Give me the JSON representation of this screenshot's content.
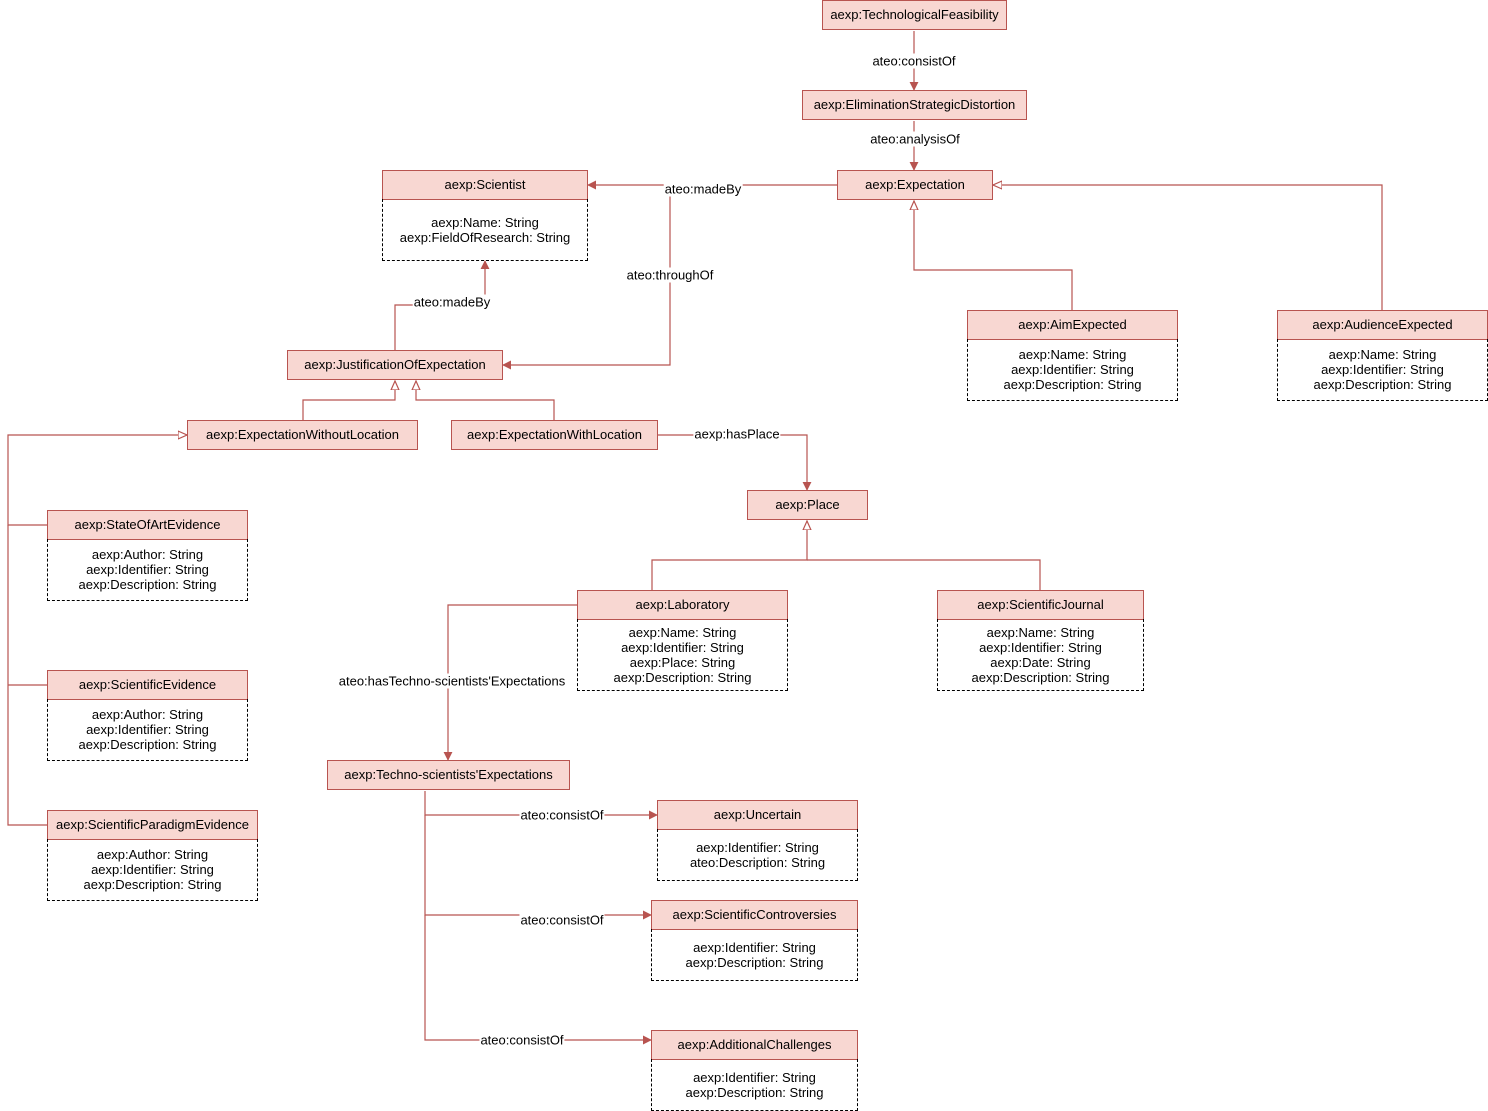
{
  "classes": {
    "technological_feasibility": {
      "name": "aexp:TechnologicalFeasibility"
    },
    "elimination_strategic_distortion": {
      "name": "aexp:EliminationStrategicDistortion"
    },
    "expectation": {
      "name": "aexp:Expectation"
    },
    "scientist": {
      "name": "aexp:Scientist",
      "attributes": [
        "aexp:Name: String",
        "aexp:FieldOfResearch: String"
      ]
    },
    "aim_expected": {
      "name": "aexp:AimExpected",
      "attributes": [
        "aexp:Name: String",
        "aexp:Identifier: String",
        "aexp:Description: String"
      ]
    },
    "audience_expected": {
      "name": "aexp:AudienceExpected",
      "attributes": [
        "aexp:Name: String",
        "aexp:Identifier: String",
        "aexp:Description: String"
      ]
    },
    "justification_of_expectation": {
      "name": "aexp:JustificationOfExpectation"
    },
    "expectation_without_location": {
      "name": "aexp:ExpectationWithoutLocation"
    },
    "expectation_with_location": {
      "name": "aexp:ExpectationWithLocation"
    },
    "place": {
      "name": "aexp:Place"
    },
    "state_of_art_evidence": {
      "name": "aexp:StateOfArtEvidence",
      "attributes": [
        "aexp:Author: String",
        "aexp:Identifier: String",
        "aexp:Description: String"
      ]
    },
    "scientific_evidence": {
      "name": "aexp:ScientificEvidence",
      "attributes": [
        "aexp:Author: String",
        "aexp:Identifier: String",
        "aexp:Description: String"
      ]
    },
    "scientific_paradigm_evidence": {
      "name": "aexp:ScientificParadigmEvidence",
      "attributes": [
        "aexp:Author: String",
        "aexp:Identifier: String",
        "aexp:Description: String"
      ]
    },
    "laboratory": {
      "name": "aexp:Laboratory",
      "attributes": [
        "aexp:Name: String",
        "aexp:Identifier: String",
        "aexp:Place: String",
        "aexp:Description: String"
      ]
    },
    "scientific_journal": {
      "name": "aexp:ScientificJournal",
      "attributes": [
        "aexp:Name: String",
        "aexp:Identifier: String",
        "aexp:Date: String",
        "aexp:Description: String"
      ]
    },
    "techno_scientists_expectations": {
      "name": "aexp:Techno-scientists'Expectations"
    },
    "uncertain": {
      "name": "aexp:Uncertain",
      "attributes": [
        "aexp:Identifier: String",
        "ateo:Description: String"
      ]
    },
    "scientific_controversies": {
      "name": "aexp:ScientificControversies",
      "attributes": [
        "aexp:Identifier: String",
        "aexp:Description: String"
      ]
    },
    "additional_challenges": {
      "name": "aexp:AdditionalChallenges",
      "attributes": [
        "aexp:Identifier: String",
        "aexp:Description: String"
      ]
    }
  },
  "relations": {
    "consist_of_top": "ateo:consistOf",
    "analysis_of": "ateo:analysisOf",
    "made_by_expectation": "ateo:madeBy",
    "through_of": "ateo:throughOf",
    "made_by_justification": "ateo:madeBy",
    "has_place": "aexp:hasPlace",
    "has_techno_expectations": "ateo:hasTechno-scientists'Expectations",
    "consist_of_uncertain": "ateo:consistOf",
    "consist_of_controversies": "ateo:consistOf",
    "consist_of_challenges": "ateo:consistOf"
  },
  "colors": {
    "fill": "#f8d7d2",
    "stroke": "#b85450",
    "dashed_border": "#000000"
  }
}
